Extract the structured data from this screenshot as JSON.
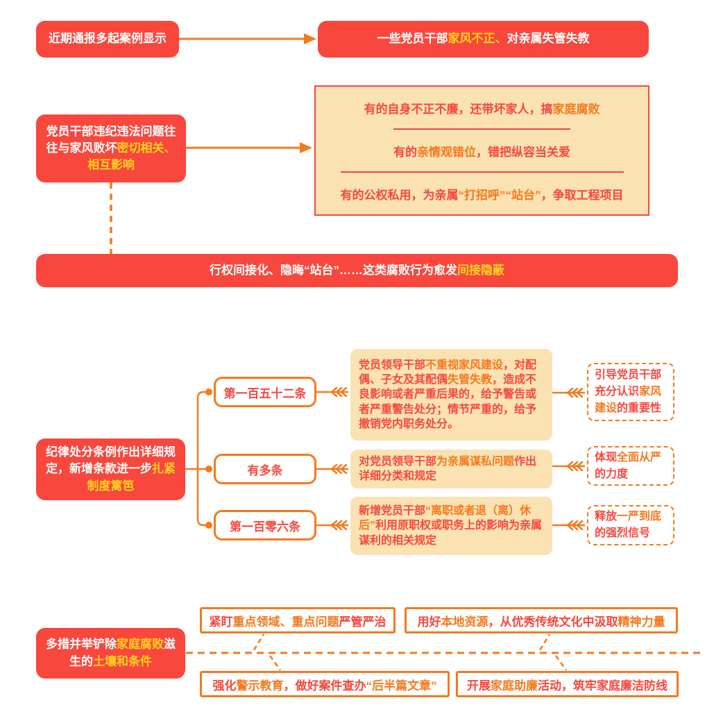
{
  "palette": {
    "red": "#f8473d",
    "gold": "#ffd21e",
    "orange": "#f5791d",
    "cream": "#fae2b3"
  },
  "section1": {
    "source": [
      {
        "t": "近期通报多起案例显示",
        "c": "w"
      }
    ],
    "result": [
      {
        "t": "一些党员干部",
        "c": "w"
      },
      {
        "t": "家风不正、",
        "c": "y"
      },
      {
        "t": "对亲属失管失教",
        "c": "w"
      }
    ]
  },
  "section2": {
    "cause": [
      {
        "t": "党员干部违纪违法问题往往与家风败坏",
        "c": "w"
      },
      {
        "t": "密切相关、相互影响",
        "c": "y"
      }
    ],
    "rows": [
      [
        {
          "t": "有的自身不正不廉，还带坏家人，搞",
          "c": "r"
        },
        {
          "t": "家庭腐败",
          "c": "o"
        }
      ],
      [
        {
          "t": "有的",
          "c": "r"
        },
        {
          "t": "亲情观错位",
          "c": "o"
        },
        {
          "t": "，错把纵容当关爱",
          "c": "r"
        }
      ],
      [
        {
          "t": "有的公权私用，为亲属",
          "c": "r"
        },
        {
          "t": "“打招呼”“站台”",
          "c": "o"
        },
        {
          "t": "，争取工程项目",
          "c": "r"
        }
      ]
    ]
  },
  "banner": [
    {
      "t": "行权间接化、隐晦“站台”……这类腐败行为愈发",
      "c": "w"
    },
    {
      "t": "间接隐蔽",
      "c": "y"
    }
  ],
  "section3": {
    "intro": [
      {
        "t": "纪律处分条例作出详细规定，新增条款进一步",
        "c": "w"
      },
      {
        "t": "扎紧制度篱笆",
        "c": "y"
      }
    ],
    "items": [
      {
        "node": [
          {
            "t": "第一百五十二条",
            "c": "r"
          }
        ],
        "detail": [
          {
            "t": "党员领导干部",
            "c": "r"
          },
          {
            "t": "不重视家风建设",
            "c": "o"
          },
          {
            "t": "，对配偶、子女及其配偶",
            "c": "r"
          },
          {
            "t": "失管失教",
            "c": "o"
          },
          {
            "t": "，造成不良影响或者严重后果的，给予警告或者严重警告处分；情节严重的，给予撤销党内职务处分。",
            "c": "r"
          }
        ],
        "effect": [
          {
            "t": "引导党员干部充分认识",
            "c": "r"
          },
          {
            "t": "家风建设",
            "c": "o"
          },
          {
            "t": "的重要性",
            "c": "r"
          }
        ]
      },
      {
        "node": [
          {
            "t": "有多条",
            "c": "r"
          }
        ],
        "detail": [
          {
            "t": "对党员领导干部",
            "c": "r"
          },
          {
            "t": "为亲属谋私问题",
            "c": "o"
          },
          {
            "t": "作出详细分类和规定",
            "c": "r"
          }
        ],
        "effect": [
          {
            "t": "体现",
            "c": "r"
          },
          {
            "t": "全面从严",
            "c": "o"
          },
          {
            "t": "的力度",
            "c": "r"
          }
        ]
      },
      {
        "node": [
          {
            "t": "第一百零六条",
            "c": "r"
          }
        ],
        "detail": [
          {
            "t": "新增党员干部",
            "c": "r"
          },
          {
            "t": "“离职或者退（离）休后”",
            "c": "o"
          },
          {
            "t": "利用原职权或职务上的影响为亲属谋利的相关规定",
            "c": "r"
          }
        ],
        "effect": [
          {
            "t": "释放",
            "c": "r"
          },
          {
            "t": "一严到底",
            "c": "o"
          },
          {
            "t": "的强烈信号",
            "c": "r"
          }
        ]
      }
    ]
  },
  "section4": {
    "lead": [
      {
        "t": "多措并举铲除",
        "c": "w"
      },
      {
        "t": "家庭腐败",
        "c": "y"
      },
      {
        "t": "滋生的",
        "c": "w"
      },
      {
        "t": "土壤和条件",
        "c": "y"
      }
    ],
    "measures": [
      [
        {
          "t": "紧盯",
          "c": "r"
        },
        {
          "t": "重点领域、重点问题",
          "c": "o"
        },
        {
          "t": "严管严治",
          "c": "r"
        }
      ],
      [
        {
          "t": "用好",
          "c": "r"
        },
        {
          "t": "本地资源",
          "c": "o"
        },
        {
          "t": "，从优秀传统文化中汲取",
          "c": "r"
        },
        {
          "t": "精神力量",
          "c": "o"
        }
      ],
      [
        {
          "t": "强化",
          "c": "r"
        },
        {
          "t": "警示教育",
          "c": "o"
        },
        {
          "t": "，做好案件查办",
          "c": "r"
        },
        {
          "t": "“后半篇文章”",
          "c": "o"
        }
      ],
      [
        {
          "t": "开展",
          "c": "r"
        },
        {
          "t": "家庭助廉",
          "c": "o"
        },
        {
          "t": "活动，筑牢家庭廉洁防线",
          "c": "r"
        }
      ]
    ]
  }
}
